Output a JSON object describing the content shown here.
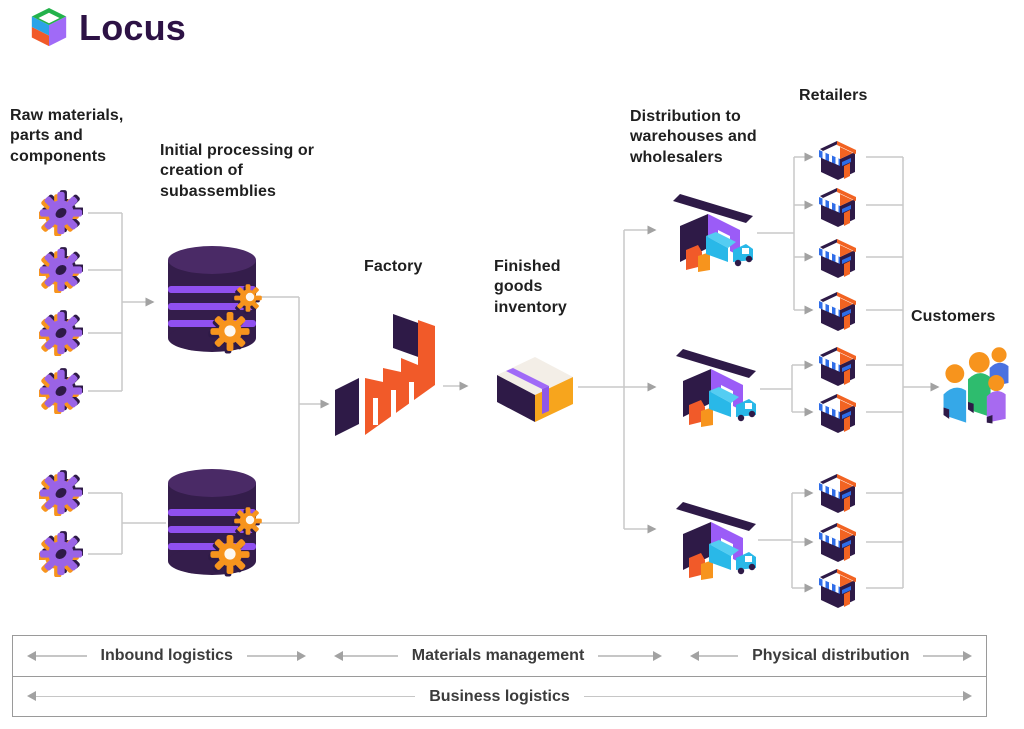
{
  "logo": {
    "text": "Locus"
  },
  "stages": {
    "raw_materials": "Raw materials, parts and components",
    "initial_processing": "Initial processing or creation of subassemblies",
    "factory": "Factory",
    "finished_goods": "Finished goods inventory",
    "distribution": "Distribution to warehouses and wholesalers",
    "retailers": "Retailers",
    "customers": "Customers"
  },
  "legend": {
    "row1": [
      "Inbound logistics",
      "Materials management",
      "Physical distribution"
    ],
    "row2": "Business logistics"
  },
  "structure": {
    "raw_material_groups": [
      4,
      2
    ],
    "subassembly_stations": 2,
    "warehouse_count": 3,
    "retailer_groups": [
      4,
      2,
      3
    ],
    "retailer_count": 9
  },
  "icons": {
    "logo": "locus-cube-logo",
    "raw_material": "gear-icon",
    "subassembly": "database-with-gears-icon",
    "factory": "factory-icon",
    "finished_goods": "package-box-icon",
    "warehouse": "warehouse-truck-icon",
    "retailer": "storefront-icon",
    "customers": "people-group-icon"
  },
  "colors": {
    "dark_purple": "#2e1a47",
    "purple": "#9b5cf7",
    "violet": "#9a63e6",
    "orange": "#f15a29",
    "amber": "#f7941d",
    "cyan": "#29b8e8",
    "green": "#23b24b",
    "blue": "#2d9fe0",
    "line_gray": "#c9c9c9",
    "arrow_gray": "#a2a2a2",
    "text": "#1f1f1f"
  }
}
